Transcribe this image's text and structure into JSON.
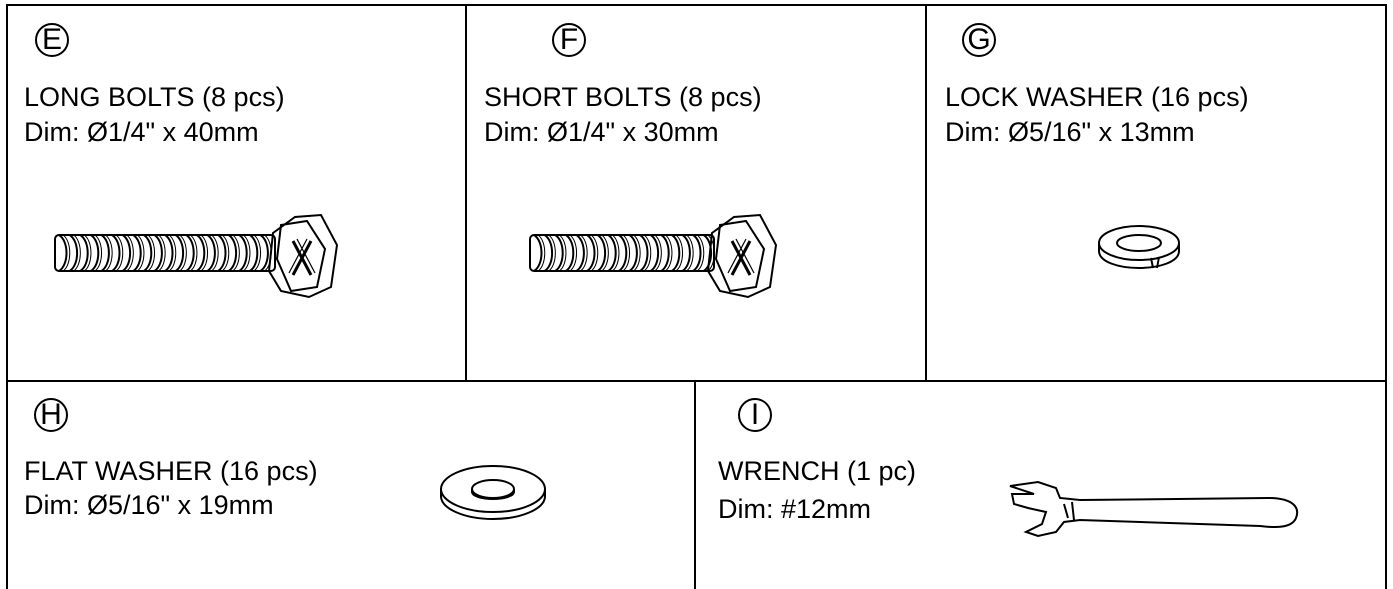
{
  "parts": {
    "E": {
      "letter": "E",
      "title": "LONG BOLTS (8 pcs)",
      "dim": "Dim: Ø1/4\" x 40mm",
      "icon": "long-bolt-icon"
    },
    "F": {
      "letter": "F",
      "title": "SHORT BOLTS (8 pcs)",
      "dim": "Dim: Ø1/4\" x 30mm",
      "icon": "short-bolt-icon"
    },
    "G": {
      "letter": "G",
      "title": "LOCK WASHER (16 pcs)",
      "dim": "Dim: Ø5/16\" x 13mm",
      "icon": "lock-washer-icon"
    },
    "H": {
      "letter": "H",
      "title": "FLAT WASHER (16 pcs)",
      "dim": "Dim: Ø5/16\" x 19mm",
      "icon": "flat-washer-icon"
    },
    "I": {
      "letter": "I",
      "title": "WRENCH (1 pc)",
      "dim": "Dim: #12mm",
      "icon": "wrench-icon"
    }
  }
}
